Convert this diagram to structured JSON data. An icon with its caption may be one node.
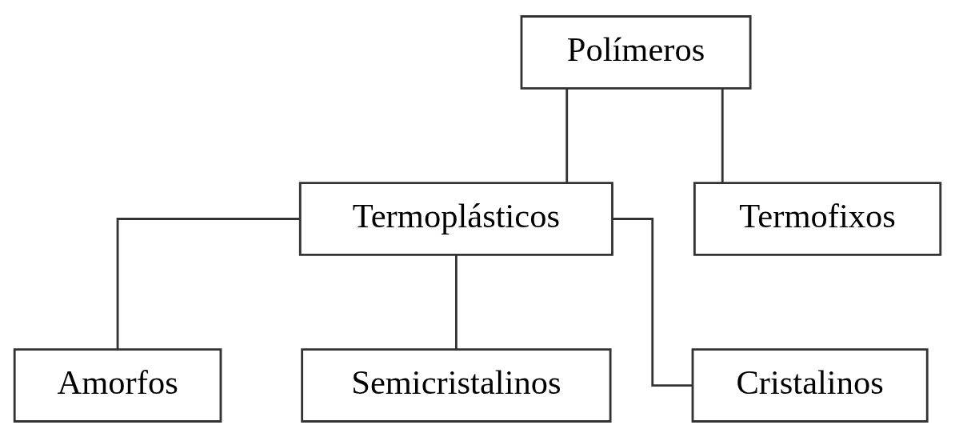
{
  "diagram": {
    "nodes": [
      {
        "text": [
          "Polímeros"
        ]
      },
      {
        "text": [
          "Termoplásticos"
        ]
      },
      {
        "text": [
          "Termofixos"
        ]
      },
      {
        "text": [
          "Amorfos"
        ]
      },
      {
        "text": [
          "Semicristalinos"
        ]
      },
      {
        "text": [
          "Cristalinos"
        ]
      }
    ],
    "edges": [
      {
        "from": 0,
        "to": 1,
        "arrow": "none"
      },
      {
        "from": 0,
        "to": 2,
        "arrow": "none"
      },
      {
        "from": 1,
        "to": 3,
        "arrow": "none"
      },
      {
        "from": 1,
        "to": 4,
        "arrow": "none"
      },
      {
        "from": 1,
        "to": 5,
        "arrow": "none"
      }
    ]
  }
}
